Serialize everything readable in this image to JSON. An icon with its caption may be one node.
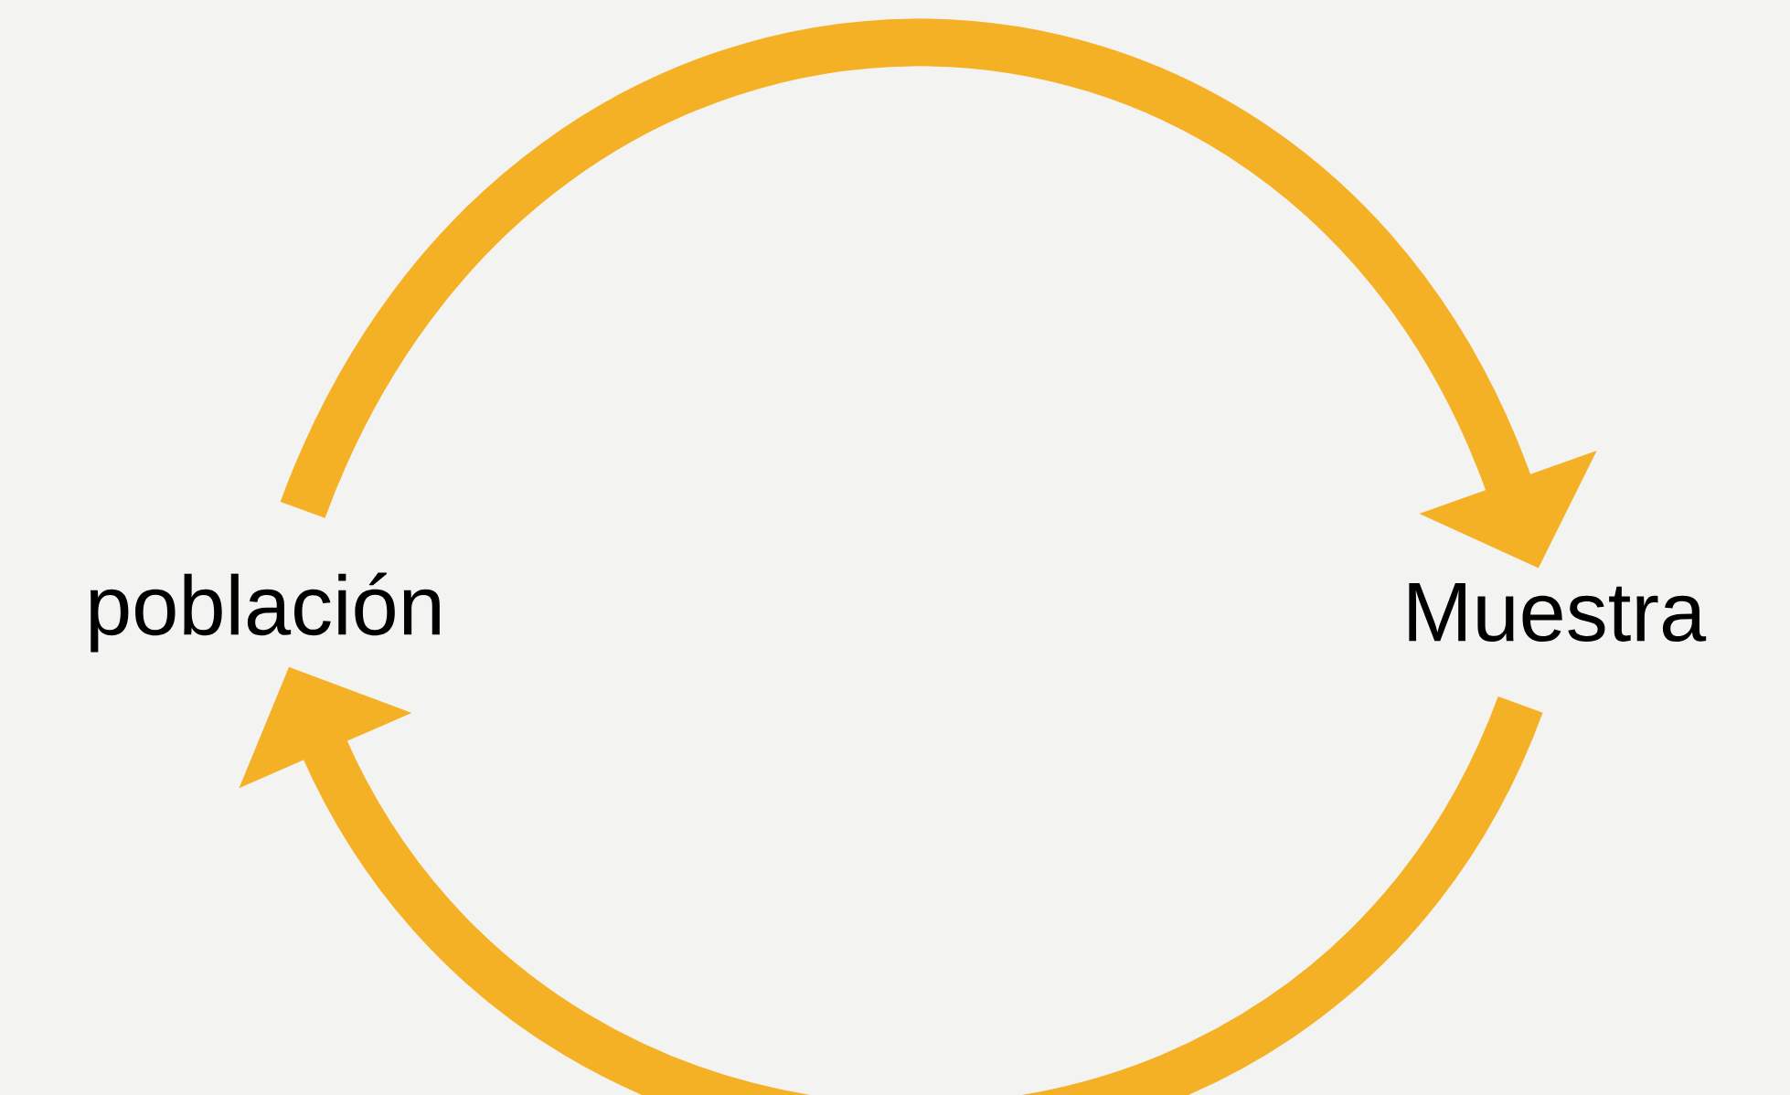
{
  "diagram": {
    "nodes": [
      {
        "text": [
          "población"
        ]
      },
      {
        "text": [
          "Muestra"
        ]
      }
    ],
    "edges": [
      {
        "from": 0,
        "to": 1,
        "arrow": "to"
      },
      {
        "from": 1,
        "to": 0,
        "arrow": "to"
      }
    ]
  }
}
